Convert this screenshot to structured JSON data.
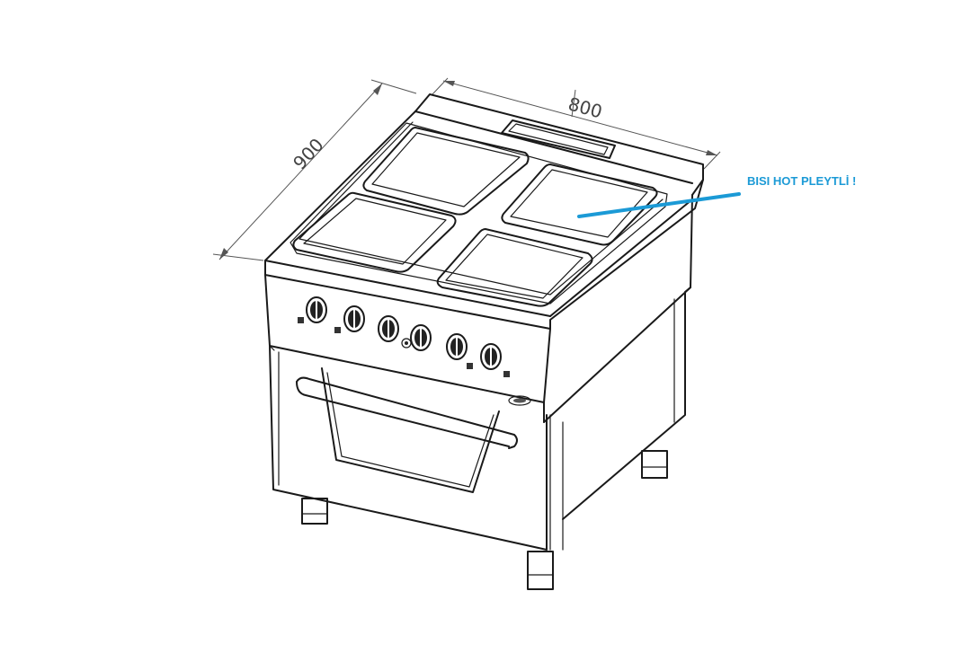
{
  "dimensions": {
    "width": "800",
    "depth": "900"
  },
  "callout": {
    "text": "BISI HOT PLEYTLİ !",
    "color": "#1b9ad6"
  },
  "product": {
    "hot_plates": 4,
    "control_knobs": 6
  }
}
